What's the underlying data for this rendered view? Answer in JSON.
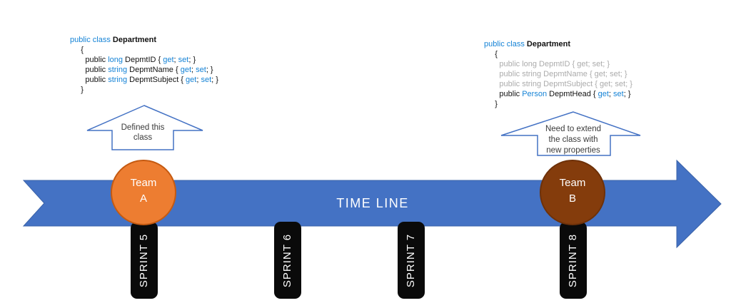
{
  "colors": {
    "timeline_fill": "#4472C4",
    "timeline_stroke": "#3A62A8",
    "callout_stroke": "#4472C4",
    "team_a_fill": "#ED7D31",
    "team_a_stroke": "#C55A11",
    "team_b_fill": "#843C0C",
    "team_b_stroke": "#6E3109",
    "keyword_blue": "#1583D6",
    "muted_gray": "#ABABAB",
    "sprint_black": "#0A0A0A"
  },
  "timeline": {
    "label": "TIME LINE"
  },
  "teams": [
    {
      "line1": "Team",
      "line2": "A"
    },
    {
      "line1": "Team",
      "line2": "B"
    }
  ],
  "sprints": [
    {
      "label": "SPRINT 5"
    },
    {
      "label": "SPRINT 6"
    },
    {
      "label": "SPRINT 7"
    },
    {
      "label": "SPRINT 8"
    }
  ],
  "callouts": [
    {
      "lines": [
        "Defined this",
        "class"
      ]
    },
    {
      "lines": [
        "Need to extend",
        "the class with",
        "new properties"
      ]
    }
  ],
  "code_blocks": [
    {
      "name": "department-class-original",
      "lines": [
        [
          {
            "t": "public class ",
            "s": "kw"
          },
          {
            "t": "Department",
            "s": "bold"
          }
        ],
        [
          {
            "t": "     {",
            "s": "plain"
          }
        ],
        [
          {
            "t": "       public ",
            "s": "plain"
          },
          {
            "t": "long",
            "s": "kw"
          },
          {
            "t": " DepmtID { ",
            "s": "plain"
          },
          {
            "t": "get",
            "s": "kw"
          },
          {
            "t": "; ",
            "s": "plain"
          },
          {
            "t": "set",
            "s": "kw"
          },
          {
            "t": "; }",
            "s": "plain"
          }
        ],
        [
          {
            "t": "       public ",
            "s": "plain"
          },
          {
            "t": "string",
            "s": "kw"
          },
          {
            "t": " DepmtName { ",
            "s": "plain"
          },
          {
            "t": "get",
            "s": "kw"
          },
          {
            "t": "; ",
            "s": "plain"
          },
          {
            "t": "set",
            "s": "kw"
          },
          {
            "t": "; }",
            "s": "plain"
          }
        ],
        [
          {
            "t": "       public ",
            "s": "plain"
          },
          {
            "t": "string",
            "s": "kw"
          },
          {
            "t": " DepmtSubject { ",
            "s": "plain"
          },
          {
            "t": "get",
            "s": "kw"
          },
          {
            "t": "; ",
            "s": "plain"
          },
          {
            "t": "set",
            "s": "kw"
          },
          {
            "t": "; }",
            "s": "plain"
          }
        ],
        [
          {
            "t": "     }",
            "s": "plain"
          }
        ]
      ]
    },
    {
      "name": "department-class-extended",
      "lines": [
        [
          {
            "t": "public class ",
            "s": "kw"
          },
          {
            "t": "Department",
            "s": "bold"
          }
        ],
        [
          {
            "t": "     {",
            "s": "plain"
          }
        ],
        [
          {
            "t": "       public long DepmtID { get; set; }",
            "s": "gray"
          }
        ],
        [
          {
            "t": "       public string DepmtName { get; set; }",
            "s": "gray"
          }
        ],
        [
          {
            "t": "       public string DepmtSubject { get; set; }",
            "s": "gray"
          }
        ],
        [
          {
            "t": "       public ",
            "s": "plain"
          },
          {
            "t": "Person",
            "s": "kw"
          },
          {
            "t": " DepmtHead { ",
            "s": "plain"
          },
          {
            "t": "get",
            "s": "kw"
          },
          {
            "t": "; ",
            "s": "plain"
          },
          {
            "t": "set",
            "s": "kw"
          },
          {
            "t": "; }",
            "s": "plain"
          }
        ],
        [
          {
            "t": "     }",
            "s": "plain"
          }
        ]
      ]
    }
  ]
}
